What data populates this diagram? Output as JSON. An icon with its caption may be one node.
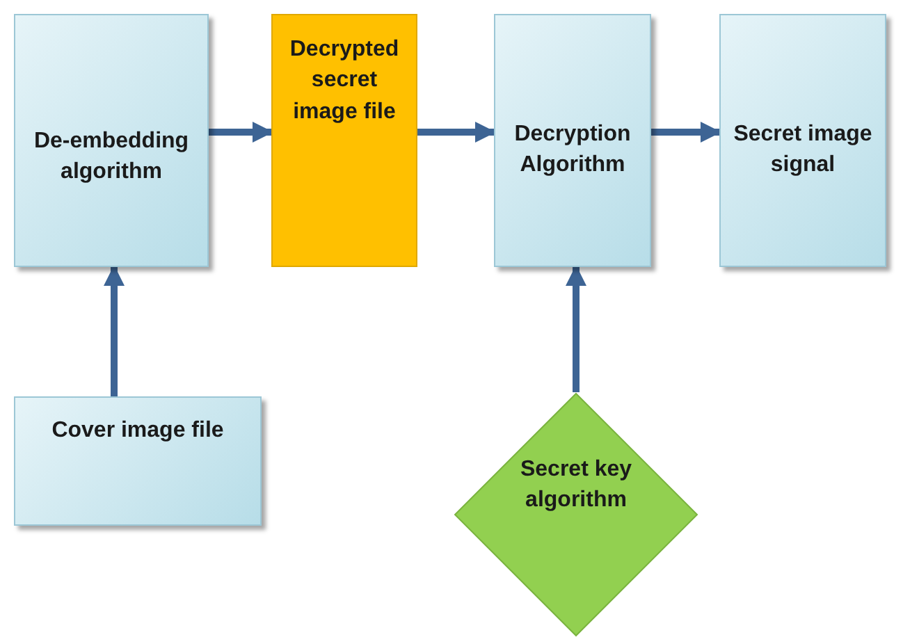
{
  "diagram": {
    "nodes": [
      {
        "text": [
          "De-embedding algorithm"
        ]
      },
      {
        "text": [
          "Decrypted secret image file"
        ]
      },
      {
        "text": [
          "Decryption Algorithm"
        ]
      },
      {
        "text": [
          "Secret image signal"
        ]
      },
      {
        "text": [
          "Cover image file"
        ]
      },
      {
        "text": [
          "Secret key algorithm"
        ]
      }
    ],
    "edges": [
      {
        "from": 0,
        "to": 1,
        "arrow": "to"
      },
      {
        "from": 1,
        "to": 2,
        "arrow": "to"
      },
      {
        "from": 2,
        "to": 3,
        "arrow": "to"
      },
      {
        "from": 4,
        "to": 0,
        "arrow": "to"
      },
      {
        "from": 5,
        "to": 2,
        "arrow": "to"
      }
    ]
  }
}
